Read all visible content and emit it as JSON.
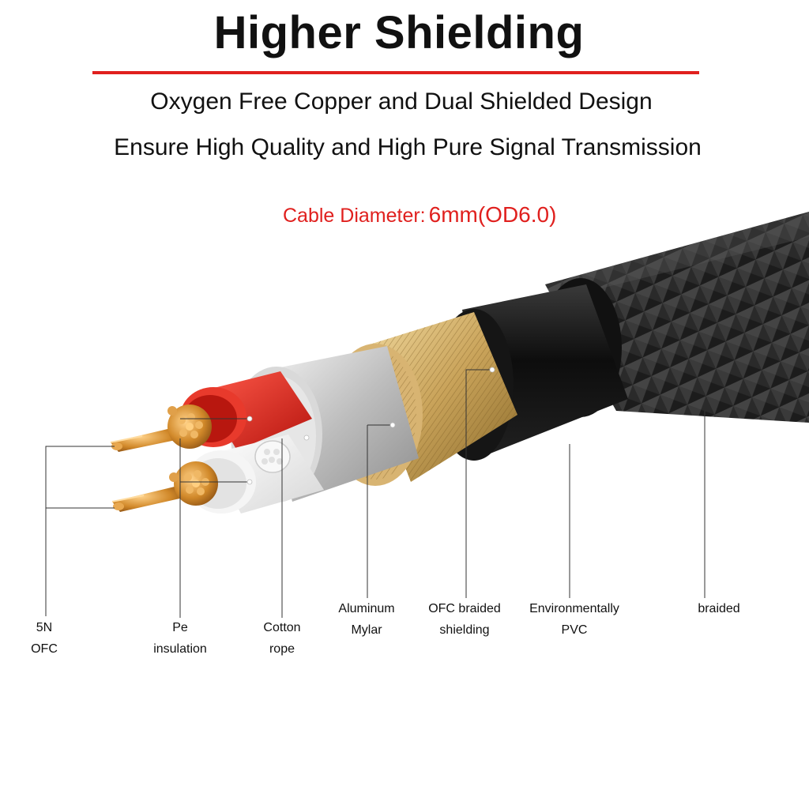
{
  "header": {
    "title": "Higher Shielding",
    "subtitle_line1": "Oxygen Free Copper and Dual Shielded Design",
    "subtitle_line2": "Ensure High Quality and High Pure Signal Transmission"
  },
  "diameter": {
    "label": "Cable Diameter:",
    "value": "6mm(OD6.0)"
  },
  "parts": [
    {
      "id": "5n-ofc",
      "text": "5N\nOFC"
    },
    {
      "id": "pe-insulation",
      "text": "Pe\ninsulation"
    },
    {
      "id": "cotton-rope",
      "text": "Cotton\nrope"
    },
    {
      "id": "aluminum-mylar",
      "text": "Aluminum\nMylar"
    },
    {
      "id": "ofc-braided-shielding",
      "text": "OFC braided\nshielding"
    },
    {
      "id": "environmentally-pvc",
      "text": "Environmentally\nPVC"
    },
    {
      "id": "braided",
      "text": "braided"
    }
  ],
  "colors": {
    "accent_red": "#e0201e",
    "text": "#111111",
    "copper": "#c98a2e",
    "brass": "#c9a35a",
    "jacket": "#1a1a1a",
    "silver": "#c8c8c8"
  }
}
